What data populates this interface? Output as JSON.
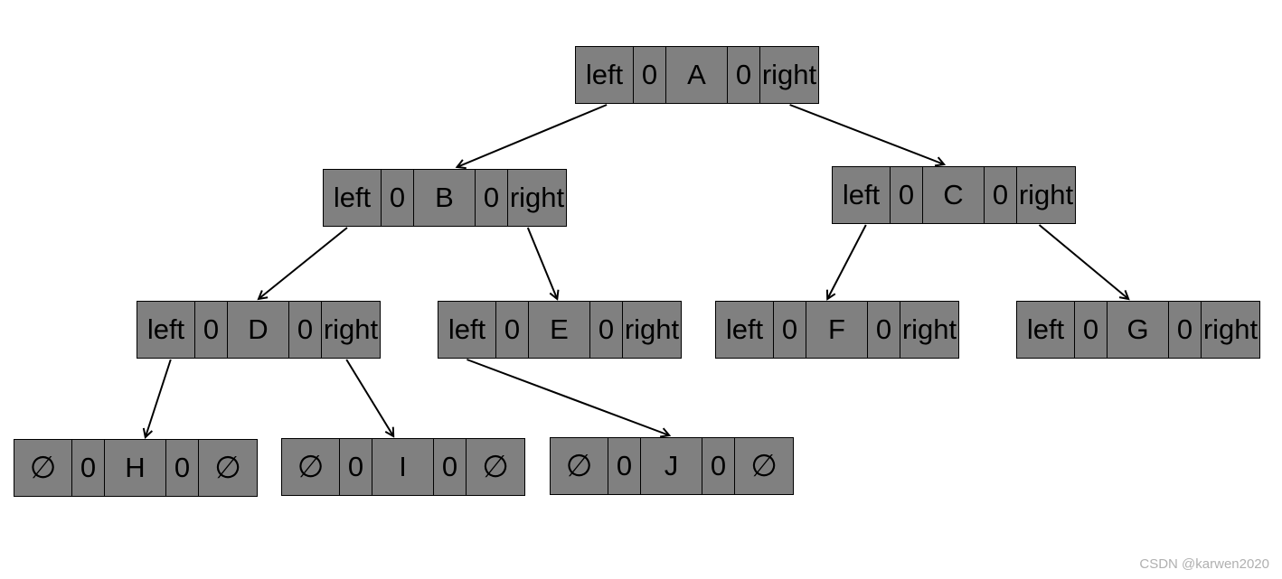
{
  "tree": {
    "nodes": [
      {
        "id": "A",
        "ltag": "0",
        "rtag": "0",
        "lchild": "left",
        "rchild": "right"
      },
      {
        "id": "B",
        "ltag": "0",
        "rtag": "0",
        "lchild": "left",
        "rchild": "right"
      },
      {
        "id": "C",
        "ltag": "0",
        "rtag": "0",
        "lchild": "left",
        "rchild": "right"
      },
      {
        "id": "D",
        "ltag": "0",
        "rtag": "0",
        "lchild": "left",
        "rchild": "right"
      },
      {
        "id": "E",
        "ltag": "0",
        "rtag": "0",
        "lchild": "left",
        "rchild": "right"
      },
      {
        "id": "F",
        "ltag": "0",
        "rtag": "0",
        "lchild": "left",
        "rchild": "right"
      },
      {
        "id": "G",
        "ltag": "0",
        "rtag": "0",
        "lchild": "left",
        "rchild": "right"
      },
      {
        "id": "H",
        "ltag": "0",
        "rtag": "0",
        "lchild": "∅",
        "rchild": "∅"
      },
      {
        "id": "I",
        "ltag": "0",
        "rtag": "0",
        "lchild": "∅",
        "rchild": "∅"
      },
      {
        "id": "J",
        "ltag": "0",
        "rtag": "0",
        "lchild": "∅",
        "rchild": "∅"
      }
    ],
    "edges": [
      {
        "from": "A",
        "to": "B"
      },
      {
        "from": "A",
        "to": "C"
      },
      {
        "from": "B",
        "to": "D"
      },
      {
        "from": "B",
        "to": "E"
      },
      {
        "from": "C",
        "to": "F"
      },
      {
        "from": "C",
        "to": "G"
      },
      {
        "from": "D",
        "to": "H"
      },
      {
        "from": "D",
        "to": "I"
      },
      {
        "from": "E",
        "to": "J"
      }
    ]
  },
  "watermark": "CSDN @karwen2020",
  "colors": {
    "node_fill": "#808080",
    "border": "#000000",
    "watermark": "#b0b0b0"
  }
}
